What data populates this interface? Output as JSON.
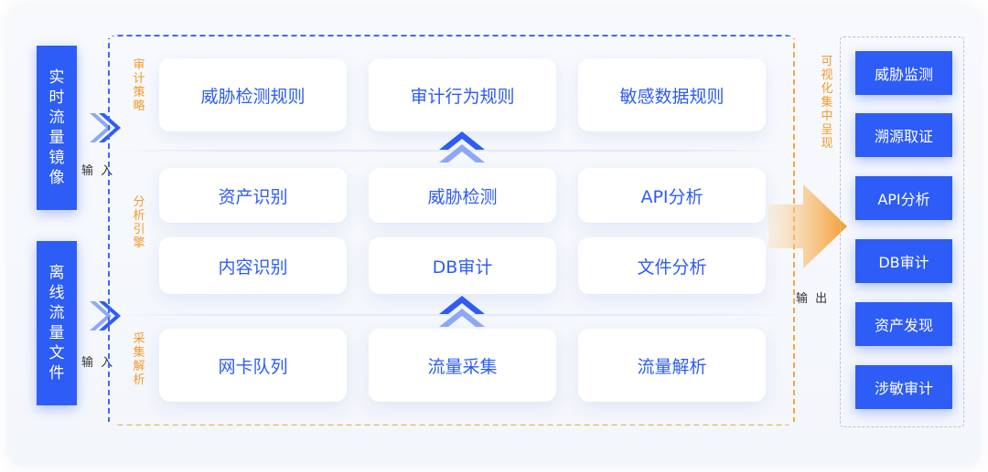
{
  "inputs": {
    "realtime_source": [
      "实",
      "时",
      "流",
      "量",
      "镜",
      "像"
    ],
    "offline_source": [
      "离",
      "线",
      "流",
      "量",
      "文",
      "件"
    ],
    "input_label_1": "输 入",
    "input_label_2": "输 入"
  },
  "layers": {
    "audit_policy_label": [
      "审",
      "计",
      "策",
      "略"
    ],
    "analysis_engine_label": [
      "分",
      "析",
      "引",
      "擎"
    ],
    "collection_label": [
      "采",
      "集",
      "解",
      "析"
    ]
  },
  "audit_policy": [
    "威胁检测规则",
    "审计行为规则",
    "敏感数据规则"
  ],
  "analysis_engine_row1": [
    "资产识别",
    "威胁检测",
    "API分析"
  ],
  "analysis_engine_row2": [
    "内容识别",
    "DB审计",
    "文件分析"
  ],
  "collection": [
    "网卡队列",
    "流量采集",
    "流量解析"
  ],
  "output": {
    "label": "输 出",
    "viz_label": [
      "可",
      "视",
      "化",
      "集",
      "中",
      "呈",
      "现"
    ],
    "items": [
      "威胁监测",
      "溯源取证",
      "API分析",
      "DB审计",
      "资产发现",
      "涉敏审计"
    ]
  },
  "colors": {
    "primary": "#2d5cf6",
    "accent": "#f39a2c"
  }
}
